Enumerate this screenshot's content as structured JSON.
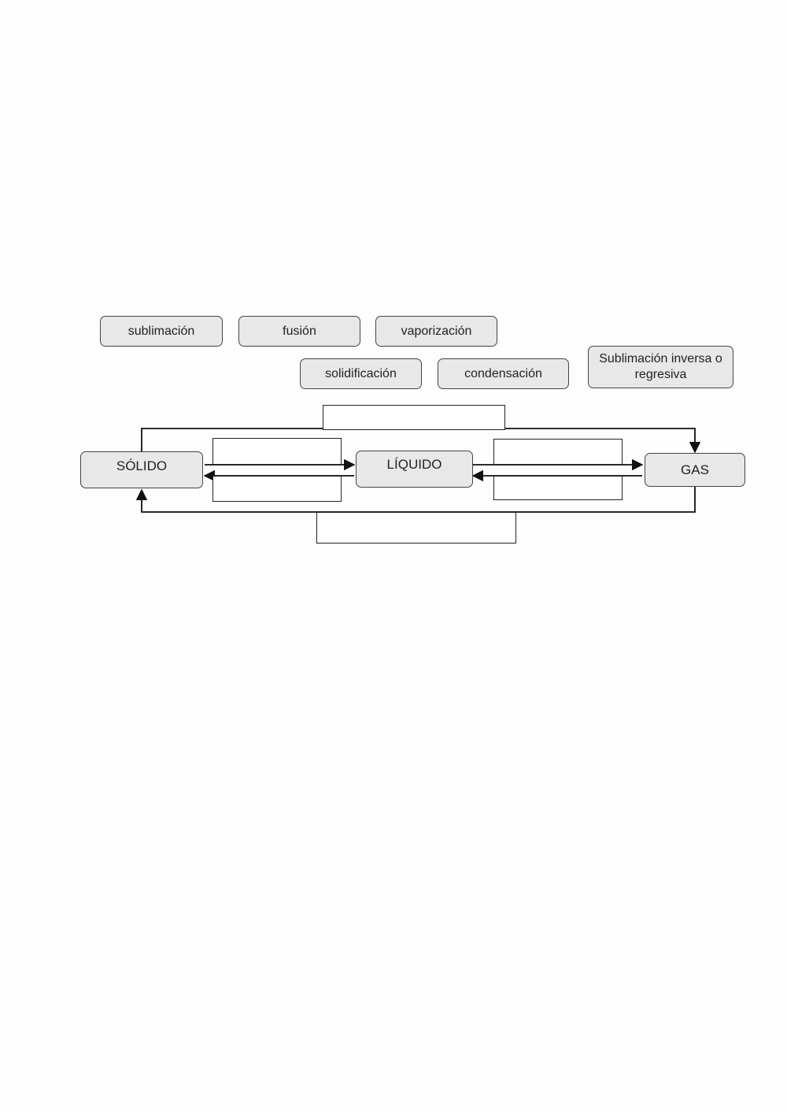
{
  "word_bank": [
    "sublimación",
    "fusión",
    "vaporización",
    "solidificación",
    "condensación",
    "Sublimación inversa o regresiva"
  ],
  "states": {
    "solid": "SÓLIDO",
    "liquid": "LÍQUIDO",
    "gas": "GAS"
  },
  "colors": {
    "chip_fill": "#e8e8e8",
    "border": "#444444",
    "arrow": "#111111"
  }
}
